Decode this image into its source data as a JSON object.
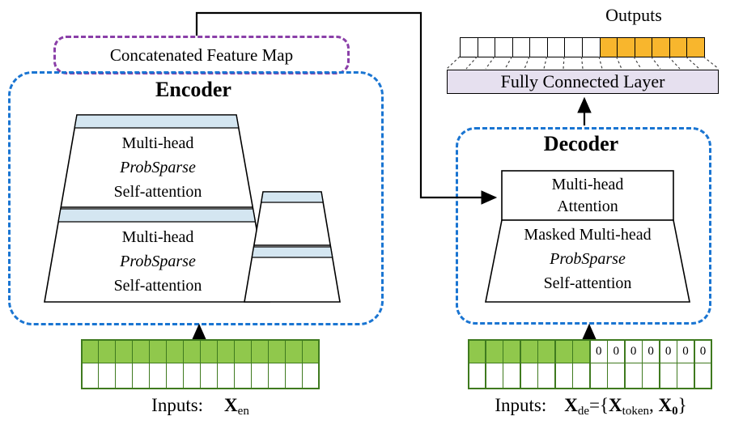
{
  "colors": {
    "blue": "#1a75d2",
    "purple": "#8a3fa8",
    "barblue": "#d4e6f1",
    "orange": "#f8b62d",
    "fcfill": "#e6e0ef",
    "green": "#90c84c",
    "greenborder": "#3f7a1f"
  },
  "concat": {
    "label": "Concatenated Feature Map"
  },
  "encoder": {
    "title": "Encoder",
    "block1": {
      "l1": "Multi-head",
      "l2": "ProbSparse",
      "l3": "Self-attention"
    },
    "block2": {
      "l1": "Multi-head",
      "l2": "ProbSparse",
      "l3": "Self-attention"
    }
  },
  "decoder": {
    "title": "Decoder",
    "attn": {
      "l1": "Multi-head",
      "l2": "Attention"
    },
    "masked": {
      "l1": "Masked Multi-head",
      "l2": "ProbSparse",
      "l3": "Self-attention"
    }
  },
  "outputs": {
    "label": "Outputs",
    "cells": [
      "white",
      "white",
      "white",
      "white",
      "white",
      "white",
      "white",
      "white",
      "orange",
      "orange",
      "orange",
      "orange",
      "orange",
      "orange"
    ]
  },
  "fc": {
    "label": "Fully Connected Layer"
  },
  "enc_input": {
    "prefix": "Inputs:",
    "var": "X",
    "sub": "en",
    "rows": {
      "top": [
        "green",
        "green",
        "green",
        "green",
        "green",
        "green",
        "green",
        "green",
        "green",
        "green",
        "green",
        "green",
        "green",
        "green"
      ],
      "bottom": [
        "white",
        "white",
        "white",
        "white",
        "white",
        "white",
        "white",
        "white",
        "white",
        "white",
        "white",
        "white",
        "white",
        "white"
      ]
    }
  },
  "dec_input": {
    "prefix": "Inputs:",
    "zero_char": "0",
    "formula": {
      "x1": "X",
      "sub1": "de",
      "eq": "={",
      "x2": "X",
      "sub2": "token",
      "sep": ", ",
      "x3": "X",
      "sub3": "0",
      "close": "}"
    },
    "rows": {
      "top": [
        "green",
        "green",
        "green",
        "green",
        "green",
        "green",
        "green",
        "zero",
        "zero",
        "zero",
        "zero",
        "zero",
        "zero",
        "zero"
      ],
      "bottom": [
        "white",
        "white",
        "white",
        "white",
        "white",
        "white",
        "white",
        "white",
        "white",
        "white",
        "white",
        "white",
        "white",
        "white"
      ]
    }
  }
}
